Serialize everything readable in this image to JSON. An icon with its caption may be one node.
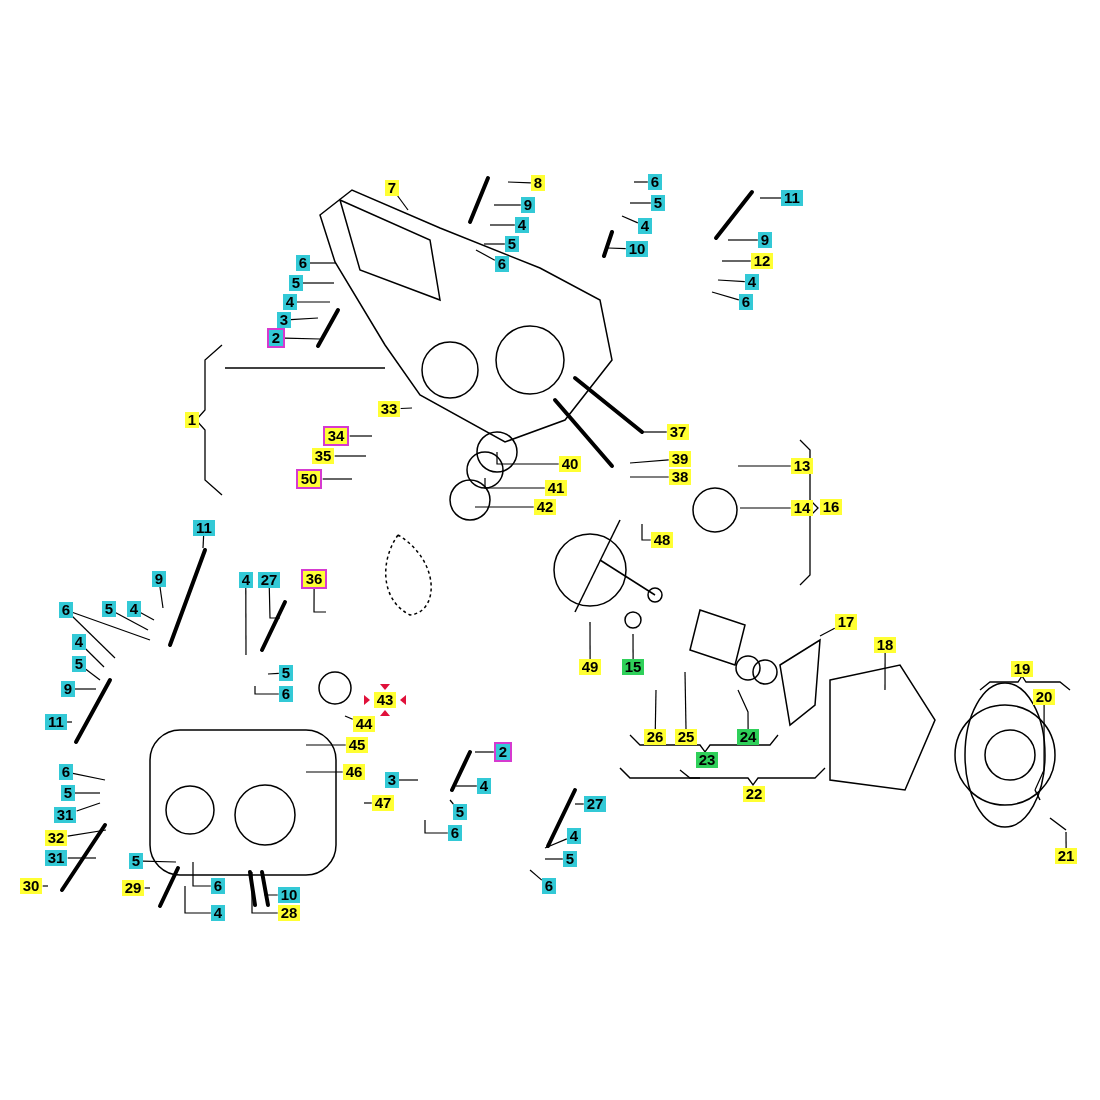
{
  "diagram": {
    "nodes": [
      {
        "text": [
          "7"
        ]
      },
      {
        "text": [
          "8"
        ]
      },
      {
        "text": [
          "9"
        ]
      },
      {
        "text": [
          "4"
        ]
      },
      {
        "text": [
          "5"
        ]
      },
      {
        "text": [
          "6"
        ]
      },
      {
        "text": [
          "6"
        ]
      },
      {
        "text": [
          "5"
        ]
      },
      {
        "text": [
          "4"
        ]
      },
      {
        "text": [
          "10"
        ]
      },
      {
        "text": [
          "11"
        ]
      },
      {
        "text": [
          "9"
        ]
      },
      {
        "text": [
          "12"
        ]
      },
      {
        "text": [
          "4"
        ]
      },
      {
        "text": [
          "6"
        ]
      },
      {
        "text": [
          "6"
        ]
      },
      {
        "text": [
          "5"
        ]
      },
      {
        "text": [
          "4"
        ]
      },
      {
        "text": [
          "3"
        ]
      },
      {
        "text": [
          "2"
        ]
      },
      {
        "text": [
          "33"
        ]
      },
      {
        "text": [
          "34"
        ]
      },
      {
        "text": [
          "35"
        ]
      },
      {
        "text": [
          "50"
        ]
      },
      {
        "text": [
          "37"
        ]
      },
      {
        "text": [
          "40"
        ]
      },
      {
        "text": [
          "39"
        ]
      },
      {
        "text": [
          "38"
        ]
      },
      {
        "text": [
          "13"
        ]
      },
      {
        "text": [
          "41"
        ]
      },
      {
        "text": [
          "14"
        ]
      },
      {
        "text": [
          "42"
        ]
      },
      {
        "text": [
          "48"
        ]
      },
      {
        "text": [
          "11"
        ]
      },
      {
        "text": [
          "9"
        ]
      },
      {
        "text": [
          "4"
        ]
      },
      {
        "text": [
          "5"
        ]
      },
      {
        "text": [
          "6"
        ]
      },
      {
        "text": [
          "4"
        ]
      },
      {
        "text": [
          "27"
        ]
      },
      {
        "text": [
          "36"
        ]
      },
      {
        "text": [
          "4"
        ]
      },
      {
        "text": [
          "5"
        ]
      },
      {
        "text": [
          "9"
        ]
      },
      {
        "text": [
          "11"
        ]
      },
      {
        "text": [
          "5"
        ]
      },
      {
        "text": [
          "6"
        ]
      },
      {
        "text": [
          "44"
        ]
      },
      {
        "text": [
          "45"
        ]
      },
      {
        "text": [
          "46"
        ]
      },
      {
        "text": [
          "2"
        ]
      },
      {
        "text": [
          "3"
        ]
      },
      {
        "text": [
          "4"
        ]
      },
      {
        "text": [
          "5"
        ]
      },
      {
        "text": [
          "6"
        ]
      },
      {
        "text": [
          "47"
        ]
      },
      {
        "text": [
          "6"
        ]
      },
      {
        "text": [
          "5"
        ]
      },
      {
        "text": [
          "31"
        ]
      },
      {
        "text": [
          "32"
        ]
      },
      {
        "text": [
          "31"
        ]
      },
      {
        "text": [
          "30"
        ]
      },
      {
        "text": [
          "5"
        ]
      },
      {
        "text": [
          "29"
        ]
      },
      {
        "text": [
          "6"
        ]
      },
      {
        "text": [
          "4"
        ]
      },
      {
        "text": [
          "10"
        ]
      },
      {
        "text": [
          "28"
        ]
      },
      {
        "text": [
          "27"
        ]
      },
      {
        "text": [
          "4"
        ]
      },
      {
        "text": [
          "5"
        ]
      },
      {
        "text": [
          "6"
        ]
      },
      {
        "text": [
          "49"
        ]
      },
      {
        "text": [
          "15"
        ]
      },
      {
        "text": [
          "17"
        ]
      },
      {
        "text": [
          "18"
        ]
      },
      {
        "text": [
          "20"
        ]
      },
      {
        "text": [
          "21"
        ]
      },
      {
        "text": [
          "26"
        ]
      },
      {
        "text": [
          "25"
        ]
      },
      {
        "text": [
          "24"
        ]
      },
      {
        "text": [
          "1"
        ]
      },
      {
        "text": [
          "16"
        ]
      },
      {
        "text": [
          "19"
        ]
      },
      {
        "text": [
          "22"
        ]
      },
      {
        "text": [
          "23"
        ]
      },
      {
        "text": [
          "43"
        ]
      }
    ],
    "edges": [
      {
        "from": 0,
        "to": null,
        "arrow": "none"
      },
      {
        "from": 1,
        "to": null,
        "arrow": "none"
      },
      {
        "from": 2,
        "to": null,
        "arrow": "none"
      },
      {
        "from": 3,
        "to": null,
        "arrow": "none"
      },
      {
        "from": 4,
        "to": null,
        "arrow": "none"
      },
      {
        "from": 5,
        "to": null,
        "arrow": "none"
      },
      {
        "from": 6,
        "to": null,
        "arrow": "none"
      },
      {
        "from": 7,
        "to": null,
        "arrow": "none"
      },
      {
        "from": 8,
        "to": null,
        "arrow": "none"
      },
      {
        "from": 9,
        "to": null,
        "arrow": "none"
      },
      {
        "from": 10,
        "to": null,
        "arrow": "none"
      },
      {
        "from": 11,
        "to": null,
        "arrow": "none"
      },
      {
        "from": 12,
        "to": null,
        "arrow": "none"
      },
      {
        "from": 13,
        "to": null,
        "arrow": "none"
      },
      {
        "from": 14,
        "to": null,
        "arrow": "none"
      },
      {
        "from": 15,
        "to": null,
        "arrow": "none"
      },
      {
        "from": 16,
        "to": null,
        "arrow": "none"
      },
      {
        "from": 17,
        "to": null,
        "arrow": "none"
      },
      {
        "from": 18,
        "to": null,
        "arrow": "none"
      },
      {
        "from": 19,
        "to": null,
        "arrow": "none"
      },
      {
        "from": 20,
        "to": null,
        "arrow": "none"
      },
      {
        "from": 21,
        "to": null,
        "arrow": "none"
      },
      {
        "from": 22,
        "to": null,
        "arrow": "none"
      },
      {
        "from": 23,
        "to": null,
        "arrow": "none"
      },
      {
        "from": 24,
        "to": null,
        "arrow": "none"
      },
      {
        "from": 25,
        "to": null,
        "arrow": "none"
      },
      {
        "from": 26,
        "to": null,
        "arrow": "none"
      },
      {
        "from": 27,
        "to": null,
        "arrow": "none"
      },
      {
        "from": 28,
        "to": null,
        "arrow": "none"
      },
      {
        "from": 29,
        "to": null,
        "arrow": "none"
      },
      {
        "from": 30,
        "to": null,
        "arrow": "none"
      },
      {
        "from": 31,
        "to": null,
        "arrow": "none"
      },
      {
        "from": 32,
        "to": null,
        "arrow": "none"
      },
      {
        "from": 33,
        "to": null,
        "arrow": "none"
      },
      {
        "from": 34,
        "to": null,
        "arrow": "none"
      },
      {
        "from": 35,
        "to": null,
        "arrow": "none"
      },
      {
        "from": 36,
        "to": null,
        "arrow": "none"
      },
      {
        "from": 37,
        "to": null,
        "arrow": "none"
      },
      {
        "from": 37,
        "to": null,
        "arrow": "none"
      },
      {
        "from": 38,
        "to": null,
        "arrow": "none"
      },
      {
        "from": 39,
        "to": null,
        "arrow": "none"
      },
      {
        "from": 40,
        "to": null,
        "arrow": "none"
      },
      {
        "from": 41,
        "to": null,
        "arrow": "none"
      },
      {
        "from": 42,
        "to": null,
        "arrow": "none"
      },
      {
        "from": 43,
        "to": null,
        "arrow": "none"
      },
      {
        "from": 44,
        "to": null,
        "arrow": "none"
      },
      {
        "from": 45,
        "to": null,
        "arrow": "none"
      },
      {
        "from": 46,
        "to": null,
        "arrow": "none"
      },
      {
        "from": 47,
        "to": null,
        "arrow": "none"
      },
      {
        "from": 48,
        "to": null,
        "arrow": "none"
      },
      {
        "from": 49,
        "to": null,
        "arrow": "none"
      },
      {
        "from": 50,
        "to": null,
        "arrow": "none"
      },
      {
        "from": 51,
        "to": null,
        "arrow": "none"
      },
      {
        "from": 52,
        "to": null,
        "arrow": "none"
      },
      {
        "from": 53,
        "to": null,
        "arrow": "none"
      },
      {
        "from": 54,
        "to": null,
        "arrow": "none"
      },
      {
        "from": 55,
        "to": null,
        "arrow": "none"
      },
      {
        "from": 56,
        "to": null,
        "arrow": "none"
      },
      {
        "from": 57,
        "to": null,
        "arrow": "none"
      },
      {
        "from": 58,
        "to": null,
        "arrow": "none"
      },
      {
        "from": 59,
        "to": null,
        "arrow": "none"
      },
      {
        "from": 60,
        "to": null,
        "arrow": "none"
      },
      {
        "from": 61,
        "to": null,
        "arrow": "none"
      },
      {
        "from": 62,
        "to": null,
        "arrow": "none"
      },
      {
        "from": 63,
        "to": null,
        "arrow": "none"
      },
      {
        "from": 64,
        "to": null,
        "arrow": "none"
      },
      {
        "from": 65,
        "to": null,
        "arrow": "none"
      },
      {
        "from": 66,
        "to": null,
        "arrow": "none"
      },
      {
        "from": 67,
        "to": null,
        "arrow": "none"
      },
      {
        "from": 68,
        "to": null,
        "arrow": "none"
      },
      {
        "from": 69,
        "to": null,
        "arrow": "none"
      },
      {
        "from": 70,
        "to": null,
        "arrow": "none"
      },
      {
        "from": 71,
        "to": null,
        "arrow": "none"
      },
      {
        "from": 72,
        "to": null,
        "arrow": "none"
      },
      {
        "from": 73,
        "to": null,
        "arrow": "none"
      },
      {
        "from": 74,
        "to": null,
        "arrow": "none"
      },
      {
        "from": 75,
        "to": null,
        "arrow": "none"
      },
      {
        "from": 76,
        "to": null,
        "arrow": "none"
      },
      {
        "from": 77,
        "to": null,
        "arrow": "none"
      },
      {
        "from": 78,
        "to": null,
        "arrow": "none"
      },
      {
        "from": 79,
        "to": null,
        "arrow": "none"
      },
      {
        "from": 80,
        "to": null,
        "arrow": "none"
      }
    ]
  }
}
